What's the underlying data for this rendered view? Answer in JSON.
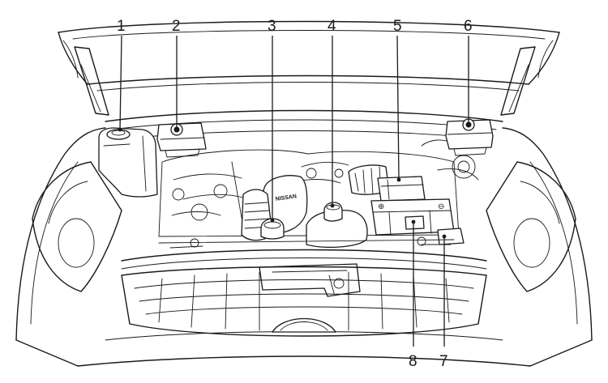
{
  "callouts": [
    {
      "id": 1,
      "label": "1"
    },
    {
      "id": 2,
      "label": "2"
    },
    {
      "id": 3,
      "label": "3"
    },
    {
      "id": 4,
      "label": "4"
    },
    {
      "id": 5,
      "label": "5"
    },
    {
      "id": 6,
      "label": "6"
    },
    {
      "id": 7,
      "label": "7"
    },
    {
      "id": 8,
      "label": "8"
    }
  ],
  "cover_text": "NISSAN",
  "battery_symbols": {
    "plus": "⊕",
    "minus": "⊖"
  },
  "colors": {
    "line": "#1a1a1a",
    "background": "#ffffff"
  }
}
